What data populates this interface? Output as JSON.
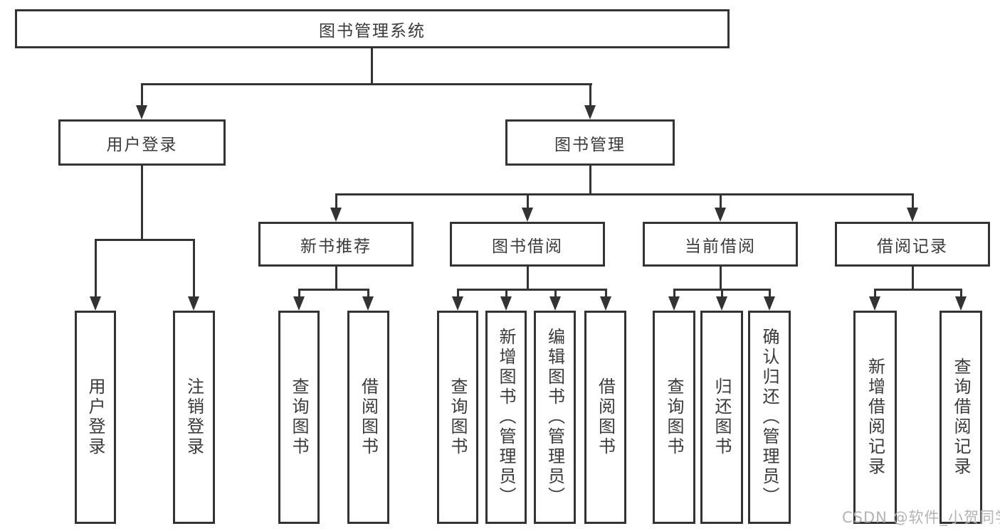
{
  "diagram": {
    "root": {
      "label": "图书管理系统"
    },
    "branches": {
      "user_login": {
        "label": "用户登录",
        "children": [
          {
            "label": "用户登录"
          },
          {
            "label": "注销登录"
          }
        ]
      },
      "book_mgmt": {
        "label": "图书管理",
        "children": [
          {
            "label": "新书推荐",
            "children": [
              {
                "label": "查询图书"
              },
              {
                "label": "借阅图书"
              }
            ]
          },
          {
            "label": "图书借阅",
            "children": [
              {
                "label": "查询图书"
              },
              {
                "label": "新增图书（管理员）"
              },
              {
                "label": "编辑图书（管理员）"
              },
              {
                "label": "借阅图书"
              }
            ]
          },
          {
            "label": "当前借阅",
            "children": [
              {
                "label": "查询图书"
              },
              {
                "label": "归还图书"
              },
              {
                "label": "确认归还（管理员）"
              }
            ]
          },
          {
            "label": "借阅记录",
            "children": [
              {
                "label": "新增借阅记录"
              },
              {
                "label": "查询借阅记录"
              }
            ]
          }
        ]
      }
    }
  },
  "watermark": {
    "text": "CSDN @软件_小贺同学"
  },
  "colors": {
    "line": "#333333",
    "text": "#3a3a3a",
    "watermark": "#b3b3b3",
    "background": "#ffffff"
  }
}
